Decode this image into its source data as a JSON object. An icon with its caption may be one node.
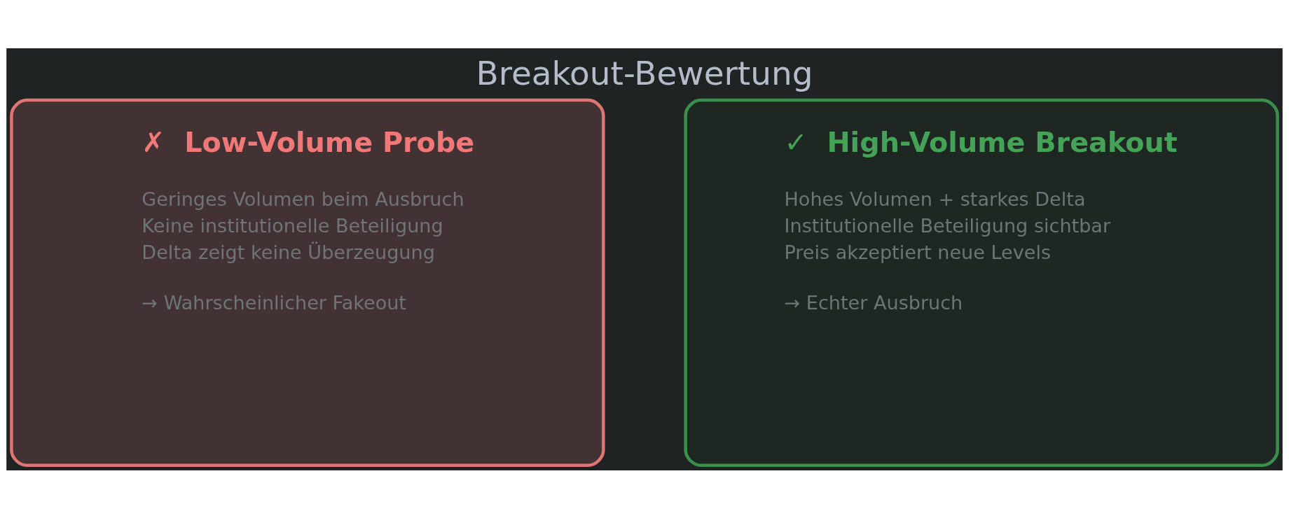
{
  "diagram": {
    "title": "Breakout-Bewertung",
    "nodes": [
      {
        "text": [
          "✗  Low-Volume Probe",
          "Geringes Volumen beim Ausbruch",
          "Keine institutionelle Beteiligung",
          "Delta zeigt keine Überzeugung",
          "→ Wahrscheinlicher Fakeout"
        ]
      },
      {
        "text": [
          "✓  High-Volume Breakout",
          "Hohes Volumen + starkes Delta",
          "Institutionelle Beteiligung sichtbar",
          "Preis akzeptiert neue Levels",
          "→ Echter Ausbruch"
        ]
      }
    ]
  }
}
